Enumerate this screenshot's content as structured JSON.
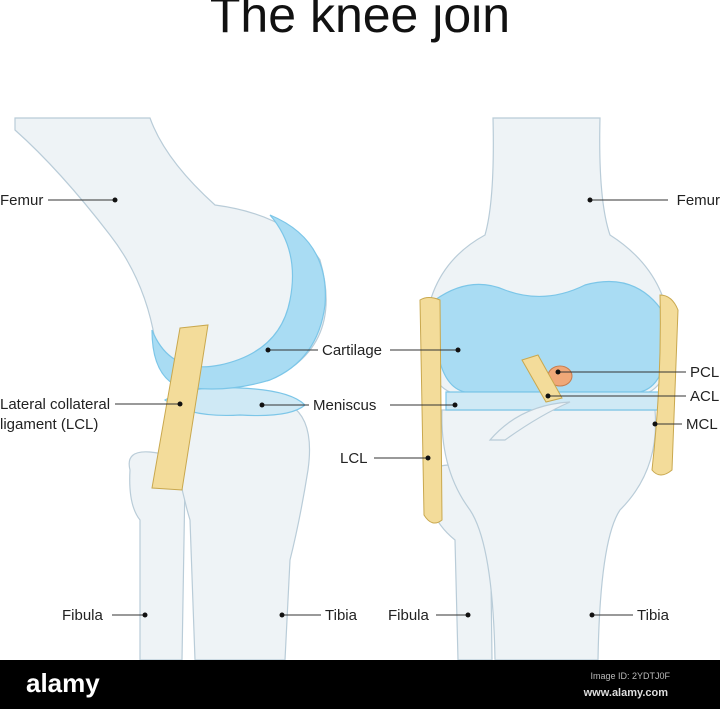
{
  "title": "The knee join",
  "left_view": {
    "labels": {
      "femur": "Femur",
      "cartilage": "Cartilage",
      "lcl_line1": "Lateral collateral",
      "lcl_line2": "ligament (LCL)",
      "meniscus": "Meniscus",
      "fibula": "Fibula",
      "tibia": "Tibia"
    }
  },
  "right_view": {
    "labels": {
      "femur": "Femur",
      "pcl": "PCL",
      "acl": "ACL",
      "mcl": "MCL",
      "lcl": "LCL",
      "fibula": "Fibula",
      "tibia": "Tibia"
    }
  },
  "colors": {
    "bone": "#eef3f6",
    "cartilage": "#a9dcf3",
    "ligament": "#f3dc9a",
    "pcl": "#f0a878"
  },
  "footer": {
    "brand": "alamy",
    "image_id": "Image ID: 2YDTJ0F",
    "site": "www.alamy.com"
  }
}
